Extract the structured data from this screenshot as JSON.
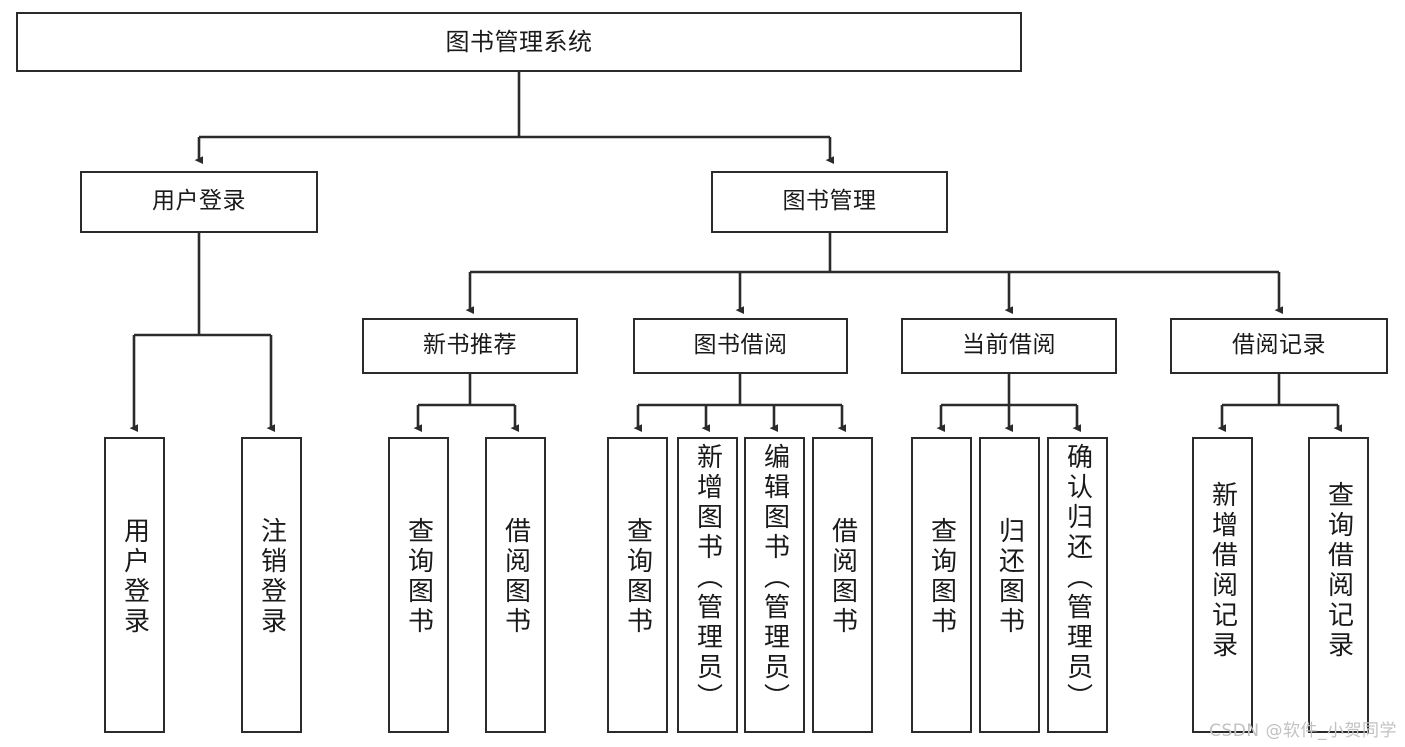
{
  "diagram": {
    "title": "图书管理系统",
    "type": "tree-hierarchy-chart",
    "watermark": "CSDN @软件_小贺同学",
    "colors": {
      "stroke": "#2b2b2b",
      "fill": "#ffffff",
      "text": "#1a1a1a",
      "watermark": "#c2c2c2"
    }
  },
  "nodes": {
    "root": {
      "label": "图书管理系统"
    },
    "level2": [
      {
        "label": "用户登录"
      },
      {
        "label": "图书管理"
      }
    ],
    "level3": [
      {
        "label": "新书推荐"
      },
      {
        "label": "图书借阅"
      },
      {
        "label": "当前借阅"
      },
      {
        "label": "借阅记录"
      }
    ],
    "leaves_user_login": [
      {
        "label": "用户登录"
      },
      {
        "label": "注销登录"
      }
    ],
    "leaves_new_book": [
      {
        "label": "查询图书"
      },
      {
        "label": "借阅图书"
      }
    ],
    "leaves_borrow": [
      {
        "label": "查询图书"
      },
      {
        "label": "新增图书（管理员）"
      },
      {
        "label": "编辑图书（管理员）"
      },
      {
        "label": "借阅图书"
      }
    ],
    "leaves_current": [
      {
        "label": "查询图书"
      },
      {
        "label": "归还图书"
      },
      {
        "label": "确认归还（管理员）"
      }
    ],
    "leaves_records": [
      {
        "label": "新增借阅记录"
      },
      {
        "label": "查询借阅记录"
      }
    ]
  }
}
